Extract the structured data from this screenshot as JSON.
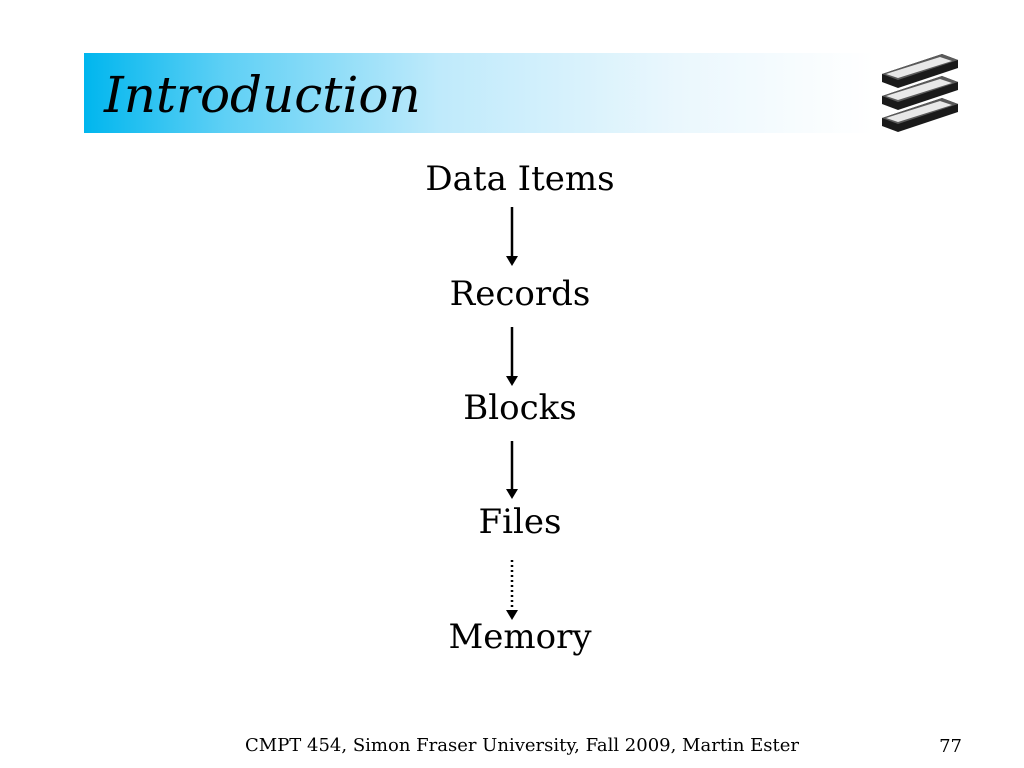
{
  "slide": {
    "title": "Introduction",
    "logo_icon": "stacked-disks-icon",
    "title_gradient_colors": [
      "#00b6ee",
      "#ffffff"
    ]
  },
  "diagram": {
    "nodes": [
      "Data Items",
      "Records",
      "Blocks",
      "Files",
      "Memory"
    ],
    "edges": [
      {
        "from": "Data Items",
        "to": "Records",
        "style": "solid"
      },
      {
        "from": "Records",
        "to": "Blocks",
        "style": "solid"
      },
      {
        "from": "Blocks",
        "to": "Files",
        "style": "solid"
      },
      {
        "from": "Files",
        "to": "Memory",
        "style": "dotted"
      }
    ]
  },
  "footer": {
    "text": "CMPT 454, Simon Fraser University, Fall 2009, Martin Ester",
    "page_number": "77"
  }
}
